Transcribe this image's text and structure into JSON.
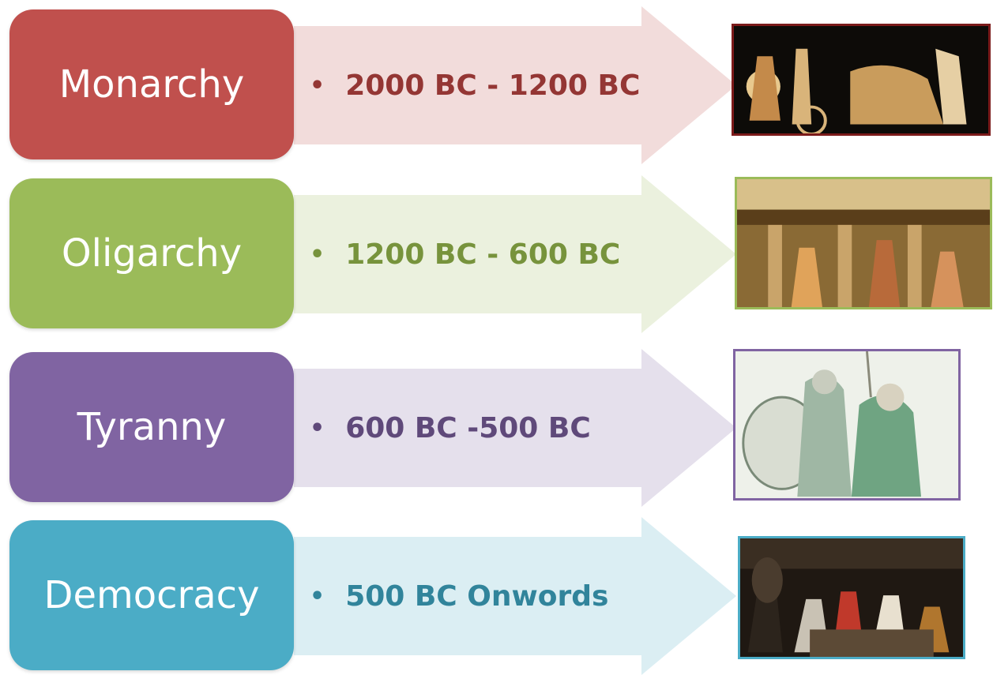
{
  "rows": [
    {
      "name": "Monarchy",
      "period": "2000 BC - 1200 BC",
      "box_color": "#c0504d",
      "arrow_color": "#f2dcdb",
      "text_color": "#943634",
      "frame_color": "#7b1a1a"
    },
    {
      "name": "Oligarchy",
      "period": "1200 BC - 600 BC",
      "box_color": "#9bbb59",
      "arrow_color": "#ebf1de",
      "text_color": "#77933c",
      "frame_color": "#9bbb59"
    },
    {
      "name": "Tyranny",
      "period": "600 BC -500 BC",
      "box_color": "#8064a2",
      "arrow_color": "#e5e0ec",
      "text_color": "#5f497a",
      "frame_color": "#8064a2"
    },
    {
      "name": "Democracy",
      "period": "500 BC Onwords",
      "box_color": "#4bacc6",
      "arrow_color": "#dbeef3",
      "text_color": "#31849b",
      "frame_color": "#4bacc6"
    }
  ]
}
